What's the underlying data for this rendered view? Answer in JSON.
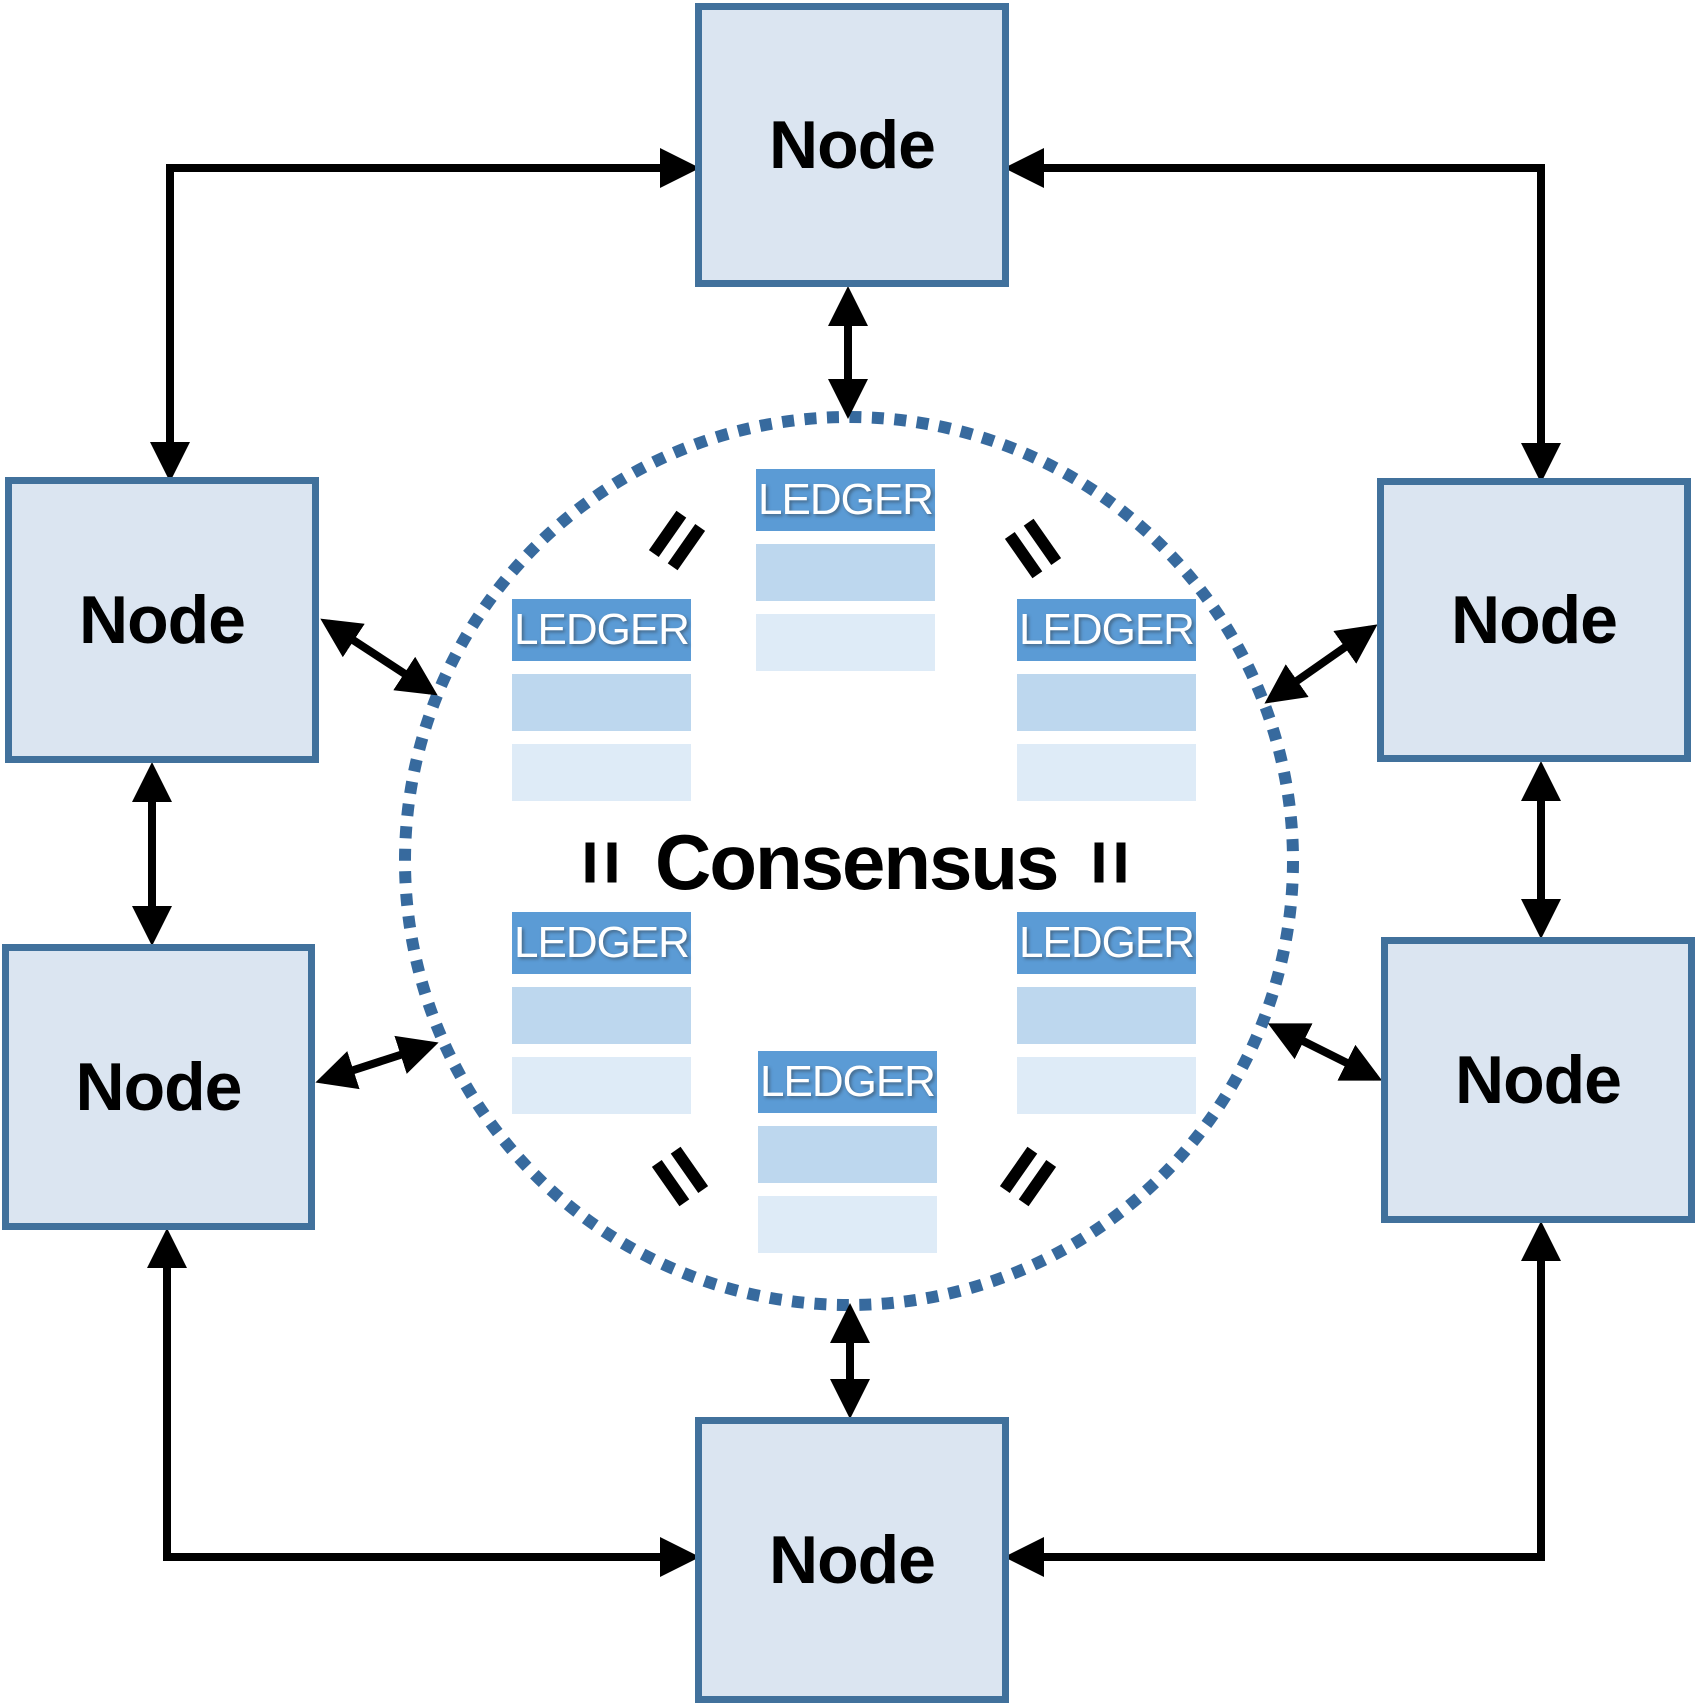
{
  "diagram": {
    "description": "Distributed blockchain network: peer nodes connected in a ring, all sharing an identical replicated ledger agreed by consensus",
    "consensus": {
      "label": "Consensus"
    },
    "nodes": [
      {
        "id": "top",
        "label": "Node"
      },
      {
        "id": "left-upper",
        "label": "Node"
      },
      {
        "id": "left-lower",
        "label": "Node"
      },
      {
        "id": "right-upper",
        "label": "Node"
      },
      {
        "id": "right-lower",
        "label": "Node"
      },
      {
        "id": "bottom",
        "label": "Node"
      }
    ],
    "ledgers": [
      {
        "id": "top-center",
        "label": "LEDGER"
      },
      {
        "id": "upper-left",
        "label": "LEDGER"
      },
      {
        "id": "upper-right",
        "label": "LEDGER"
      },
      {
        "id": "lower-left",
        "label": "LEDGER"
      },
      {
        "id": "lower-right",
        "label": "LEDGER"
      },
      {
        "id": "bottom-center",
        "label": "LEDGER"
      }
    ],
    "icons": {
      "equals_sign": "=",
      "equals_count": 6,
      "arrow_style": "double-headed black arrows between nodes and toward consensus circle"
    },
    "colors": {
      "node_fill": "#dbe5f1",
      "node_border": "#41719c",
      "ledger_header": "#5b9bd5",
      "ledger_row_mid": "#bdd7ee",
      "ledger_row_light": "#deebf7",
      "dotted_circle": "#376a9e",
      "arrow": "#000000",
      "text": "#000000",
      "ledger_text": "#ffffff"
    }
  }
}
